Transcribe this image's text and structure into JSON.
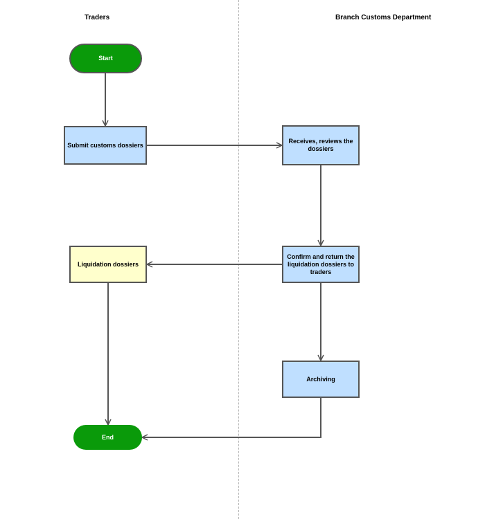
{
  "lanes": {
    "left": "Traders",
    "right": "Branch Customs Department"
  },
  "nodes": {
    "start": "Start",
    "submit": "Submit customs dossiers",
    "receive": "Receives, reviews the dossiers",
    "confirm": "Confirm and return the liquidation dossiers to traders",
    "liquidation": "Liquidation dossiers",
    "archiving": "Archiving",
    "end": "End"
  },
  "edges": [
    {
      "from": "Start",
      "to": "Submit customs dossiers"
    },
    {
      "from": "Submit customs dossiers",
      "to": "Receives, reviews the dossiers"
    },
    {
      "from": "Receives, reviews the dossiers",
      "to": "Confirm and return the liquidation dossiers to traders"
    },
    {
      "from": "Confirm and return the liquidation dossiers to traders",
      "to": "Liquidation dossiers"
    },
    {
      "from": "Confirm and return the liquidation dossiers to traders",
      "to": "Archiving"
    },
    {
      "from": "Liquidation dossiers",
      "to": "End"
    },
    {
      "from": "Archiving",
      "to": "End"
    }
  ],
  "colors": {
    "terminal": "#0a9a0a",
    "process": "#bfdfff",
    "highlight": "#ffffcc",
    "stroke": "#555555",
    "divider": "#b5b5b5"
  }
}
